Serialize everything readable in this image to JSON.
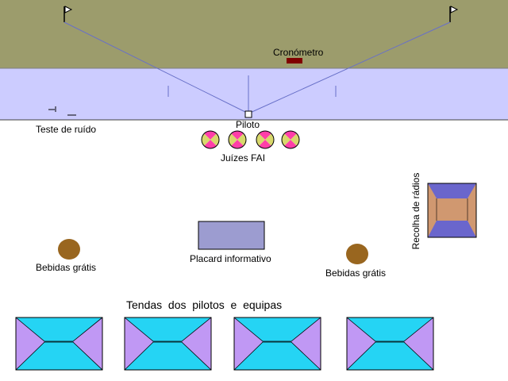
{
  "labels": {
    "timer": "Cronómetro",
    "pilot": "Piloto",
    "noise_test": "Teste de ruído",
    "judges": "Juízes FAI",
    "radio_collection": "Recolha de rádios",
    "info_board": "Placard informativo",
    "drinks_left": "Bebidas grátis",
    "drinks_right": "Bebidas grátis",
    "tents": "Tendas  dos  pilotos  e  equipas"
  },
  "colors": {
    "field": "#9c9c6c",
    "runway": "#ccccff",
    "guide_line": "#6870c8",
    "timer": "#800000",
    "judge_pink": "#ff3ea8",
    "judge_yellow": "#d8d86c",
    "board": "#9c9cd0",
    "drink": "#99661f",
    "tent_cyan": "#25d4f4",
    "tent_violet": "#c098f4",
    "radio_tan": "#d09870",
    "radio_blue": "#6a66cc"
  },
  "icons": {
    "flag": "flag-icon",
    "pilot": "pilot-marker-icon",
    "judge": "judge-icon",
    "drink": "drinks-icon",
    "tent": "tent-icon",
    "radio": "radio-station-icon"
  },
  "counts": {
    "judges": 4,
    "tents": 4
  }
}
